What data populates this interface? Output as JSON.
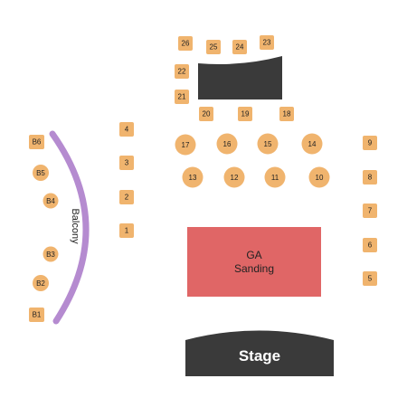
{
  "colors": {
    "seat": "#F0B46E",
    "stage": "#3A3A3A",
    "ga_floor": "#E06666",
    "balcony": "#B58BD0",
    "text": "#222222"
  },
  "stage": {
    "label": "Stage"
  },
  "ga": {
    "line1": "GA",
    "line2": "Sanding"
  },
  "balcony": {
    "label": "Balcony"
  },
  "sections": {
    "s26": "26",
    "s25": "25",
    "s24": "24",
    "s23": "23",
    "s22": "22",
    "s21": "21",
    "s20": "20",
    "s19": "19",
    "s18": "18",
    "s17": "17",
    "s16": "16",
    "s15": "15",
    "s14": "14",
    "s13": "13",
    "s12": "12",
    "s11": "11",
    "s10": "10",
    "s9": "9",
    "s8": "8",
    "s7": "7",
    "s6": "6",
    "s5": "5",
    "s4": "4",
    "s3": "3",
    "s2": "2",
    "s1": "1",
    "b6": "B6",
    "b5": "B5",
    "b4": "B4",
    "b3": "B3",
    "b2": "B2",
    "b1": "B1"
  }
}
